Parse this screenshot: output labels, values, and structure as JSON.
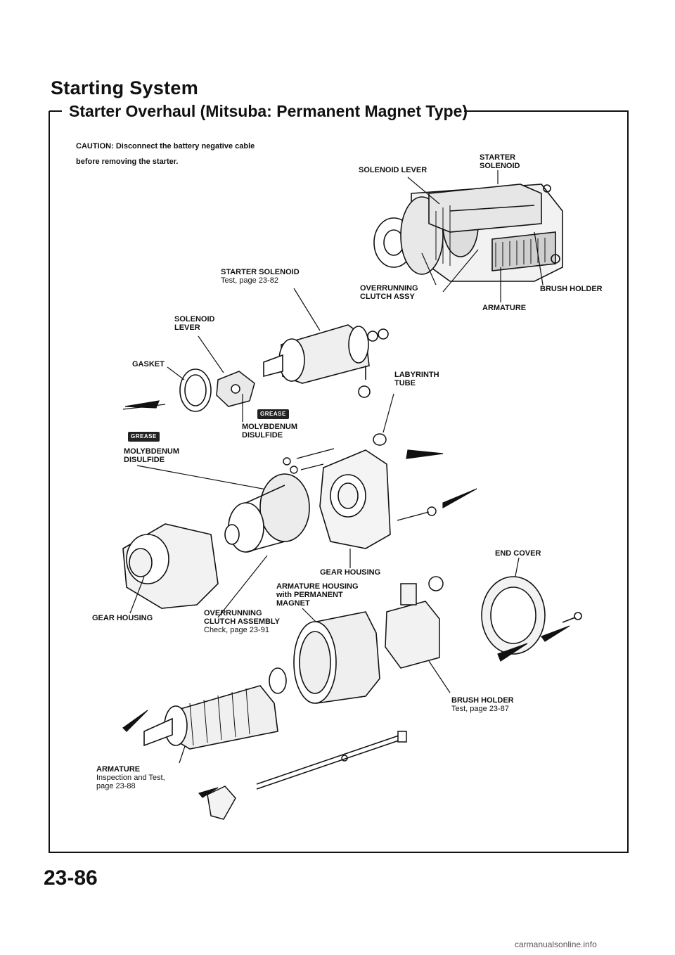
{
  "header": {
    "title": "Starting System",
    "subtitle": "Starter Overhaul (Mitsuba: Permanent Magnet Type)"
  },
  "caution": {
    "line1": "CAUTION:  Disconnect the battery negative cable",
    "line2": "before removing the starter."
  },
  "labels": {
    "starter_solenoid_top_1": "STARTER",
    "starter_solenoid_top_2": "SOLENOID",
    "solenoid_lever_top": "SOLENOID LEVER",
    "starter_solenoid_test": "STARTER SOLENOID",
    "starter_solenoid_test_sub": "Test, page 23-82",
    "overrunning_clutch_assy_1": "OVERRUNNING",
    "overrunning_clutch_assy_2": "CLUTCH ASSY",
    "brush_holder_top": "BRUSH HOLDER",
    "armature_top": "ARMATURE",
    "solenoid_lever_1": "SOLENOID",
    "solenoid_lever_2": "LEVER",
    "gasket": "GASKET",
    "labyrinth_1": "LABYRINTH",
    "labyrinth_2": "TUBE",
    "moly_left_1": "MOLYBDENUM",
    "moly_left_2": "DISULFIDE",
    "moly_mid_1": "MOLYBDENUM",
    "moly_mid_2": "DISULFIDE",
    "grease": "GREASE",
    "end_cover": "END COVER",
    "gear_housing_right": "GEAR HOUSING",
    "armature_housing_1": "ARMATURE HOUSING",
    "armature_housing_2": "with PERMANENT",
    "armature_housing_3": "MAGNET",
    "gear_housing_left": "GEAR HOUSING",
    "overrunning_clutch_1": "OVERRUNNING",
    "overrunning_clutch_2": "CLUTCH ASSEMBLY",
    "overrunning_clutch_sub": "Check, page 23-91",
    "brush_holder_bottom": "BRUSH HOLDER",
    "brush_holder_bottom_sub": "Test, page 23-87",
    "armature_bottom": "ARMATURE",
    "armature_bottom_sub_1": "Inspection and Test,",
    "armature_bottom_sub_2": "page 23-88"
  },
  "page_number": "23-86",
  "footer": "carmanualsonline.info"
}
